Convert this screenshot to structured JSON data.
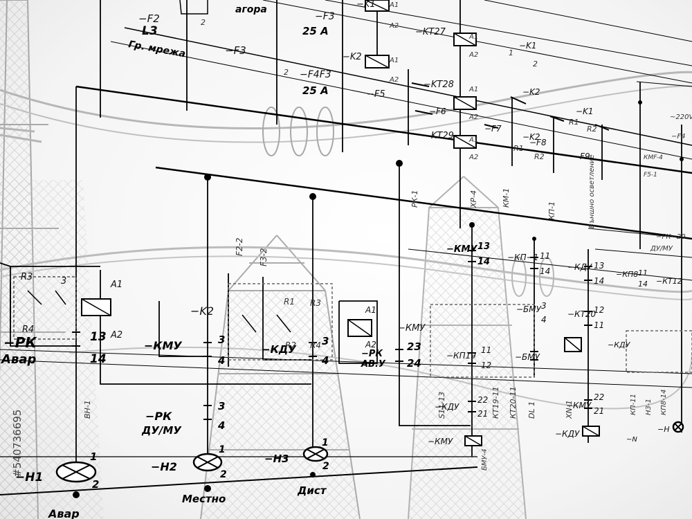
{
  "watermark_id": "#540736695",
  "labels": {
    "f2": "−F2",
    "l3": "L3",
    "grid": "Гр. мрежа",
    "f3": "−F3",
    "tagora": "агора",
    "f3b": "−F3",
    "a25a": "25 A",
    "f4f3": "−F4F3",
    "a25b": "25 A",
    "k1top": "−K1",
    "k2top": "−K2",
    "f5": "−F5",
    "a1": "A1",
    "a2": "A2",
    "kt27": "−KT27",
    "kt28": "−KT28",
    "kt29": "−KT29",
    "k1": "−K1",
    "k1b": "−K1",
    "k2": "−K2",
    "k2b": "−K2",
    "f6": "−F6",
    "f7": "−F7",
    "f8": "−F8",
    "f9": "−F9",
    "r1": "R1",
    "r2": "R2",
    "v220": "~220V",
    "f4r": "−F4",
    "kmf4": "КМF-4",
    "f51": "F5-1",
    "rk20": "−РК−20",
    "dumu": "ДУ/МУ",
    "r3": "R3",
    "r4": "R4",
    "rk": "−РК",
    "avar": "Авар",
    "n13": "13",
    "n14": "14",
    "kmu": "−КМУ",
    "k2mid": "−K2",
    "n3": "3",
    "n4": "4",
    "f22": "F2-2",
    "f32": "F3-2",
    "kdu": "−КДУ",
    "rk2": "−РК",
    "dumu2": "ДУ/МУ",
    "rk3": "−РК",
    "avu": "АВ.У",
    "n23": "23",
    "n24": "24",
    "kmu2": "−КМУ",
    "h1": "−H1",
    "h2": "−H2",
    "h3": "−H3",
    "avar2": "Авар",
    "mestno": "Местно",
    "dist": "Дист",
    "kp1": "−КП−1",
    "kmu3": "−КМУ",
    "bmu": "−БМУ",
    "kp19": "−КП19",
    "bmu2": "−БМУ",
    "kt20": "−КТ20",
    "kdu2": "−КДУ",
    "kp8": "−КП8",
    "kt12": "−КТ12",
    "kdu3": "−КДУ",
    "kmu4": "−КМУ",
    "kdu4": "−КДУ",
    "nlbl": "~N",
    "h": "−H",
    "vn": "ВН-1",
    "km": "КМ-1",
    "kp": "КП-1",
    "xp": "ХР-4",
    "pk1": "РК-1",
    "s11": "S11-13",
    "kt19": "КТ19-11",
    "kt20v": "КТ20-11",
    "dl1": "DL 1",
    "xn": "XN-1",
    "bmu4": "БМУ-4",
    "kp11": "КП-11",
    "n31": "Н3-1",
    "kp814": "КП8-14",
    "n1": "1",
    "n2": "2",
    "n11": "11",
    "n12": "12",
    "n21": "21",
    "n22": "22",
    "vnesh": "Външно осветление"
  }
}
